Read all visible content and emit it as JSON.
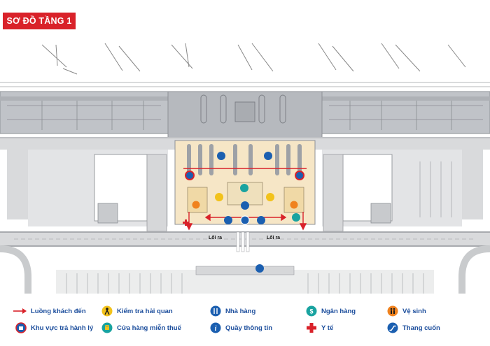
{
  "header": {
    "title": "SƠ ĐỒ TẦNG 1"
  },
  "map": {
    "exit_labels": [
      "Lối ra",
      "Lối ra"
    ],
    "colors": {
      "background_gray": "#d9dadc",
      "road": "#c9cbcd",
      "terminal_roof": "#c0c3c8",
      "hall_floor": "#f6e6c6",
      "flow_arrow": "#d9222a",
      "icon_blue": "#1b5fb0",
      "icon_yellow": "#f2c21b",
      "icon_teal": "#19a3a0",
      "icon_orange": "#f0821e"
    }
  },
  "legend": {
    "items": [
      {
        "icon": "red-arrow-icon",
        "label": "Luồng khách đến"
      },
      {
        "icon": "customs-icon",
        "label": "Kiểm tra hải quan"
      },
      {
        "icon": "restaurant-icon",
        "label": "Nhà hàng"
      },
      {
        "icon": "bank-icon",
        "label": "Ngân hàng"
      },
      {
        "icon": "restroom-icon",
        "label": "Vệ sinh"
      },
      {
        "icon": "baggage-claim-icon",
        "label": "Khu vực trả hành lý"
      },
      {
        "icon": "duty-free-icon",
        "label": "Cửa hàng miễn thuế"
      },
      {
        "icon": "info-icon",
        "label": "Quầy thông tin"
      },
      {
        "icon": "medical-cross-icon",
        "label": "Y tế"
      },
      {
        "icon": "escalator-icon",
        "label": "Thang cuốn"
      }
    ]
  }
}
